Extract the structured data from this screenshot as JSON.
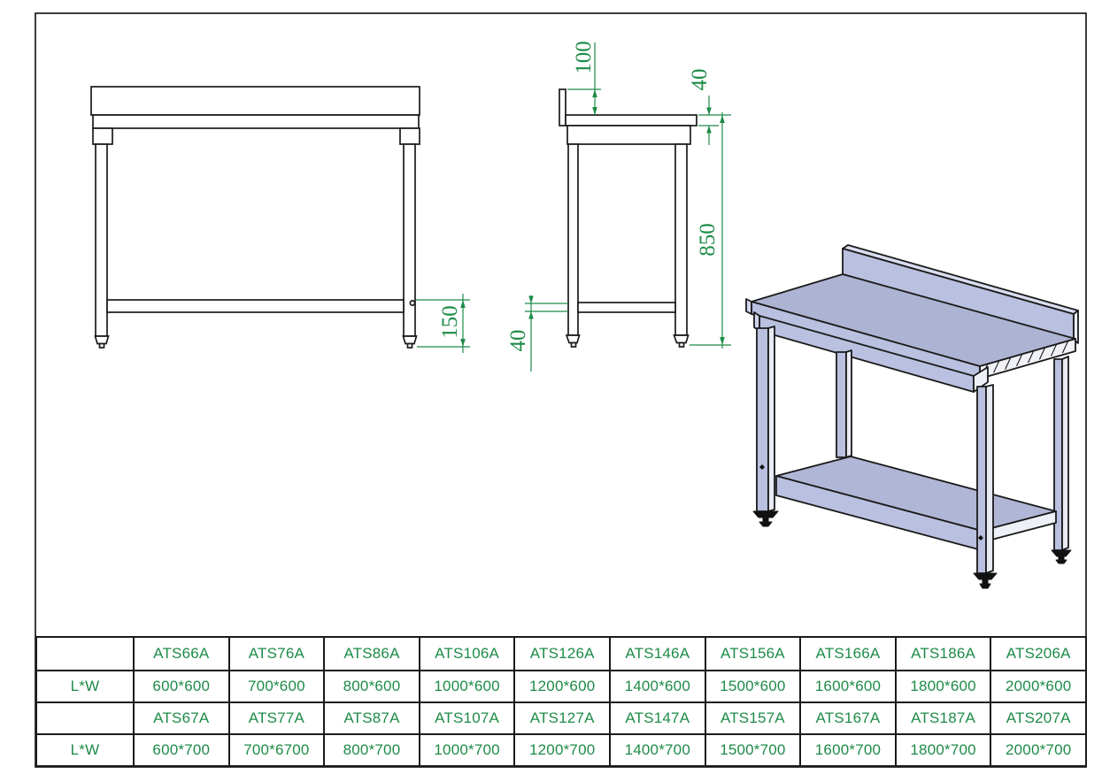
{
  "drawings": {
    "dimensions": {
      "shelf_height": "150",
      "backsplash_height": "100",
      "worktop_thickness": "40",
      "overall_height": "850",
      "undershelf_thickness": "40"
    }
  },
  "spec_table": {
    "rows": [
      {
        "cells": [
          "",
          "ATS66A",
          "ATS76A",
          "ATS86A",
          "ATS106A",
          "ATS126A",
          "ATS146A",
          "ATS156A",
          "ATS166A",
          "ATS186A",
          "ATS206A"
        ]
      },
      {
        "cells": [
          "L*W",
          "600*600",
          "700*600",
          "800*600",
          "1000*600",
          "1200*600",
          "1400*600",
          "1500*600",
          "1600*600",
          "1800*600",
          "2000*600"
        ]
      },
      {
        "cells": [
          "",
          "ATS67A",
          "ATS77A",
          "ATS87A",
          "ATS107A",
          "ATS127A",
          "ATS147A",
          "ATS157A",
          "ATS167A",
          "ATS187A",
          "ATS207A"
        ]
      },
      {
        "cells": [
          "L*W",
          "600*700",
          "700*6700",
          "800*700",
          "1000*700",
          "1200*700",
          "1400*700",
          "1500*700",
          "1600*700",
          "1800*700",
          "2000*700"
        ]
      }
    ]
  },
  "colors": {
    "line_black": "#1a1a1a",
    "dimension_green": "#1e8b48",
    "table_text_green": "#1e8b48",
    "iso_top_surface": "#adb3d2",
    "iso_front_face": "#b9c0e0",
    "iso_light_face": "#eceef7",
    "background": "#ffffff"
  }
}
